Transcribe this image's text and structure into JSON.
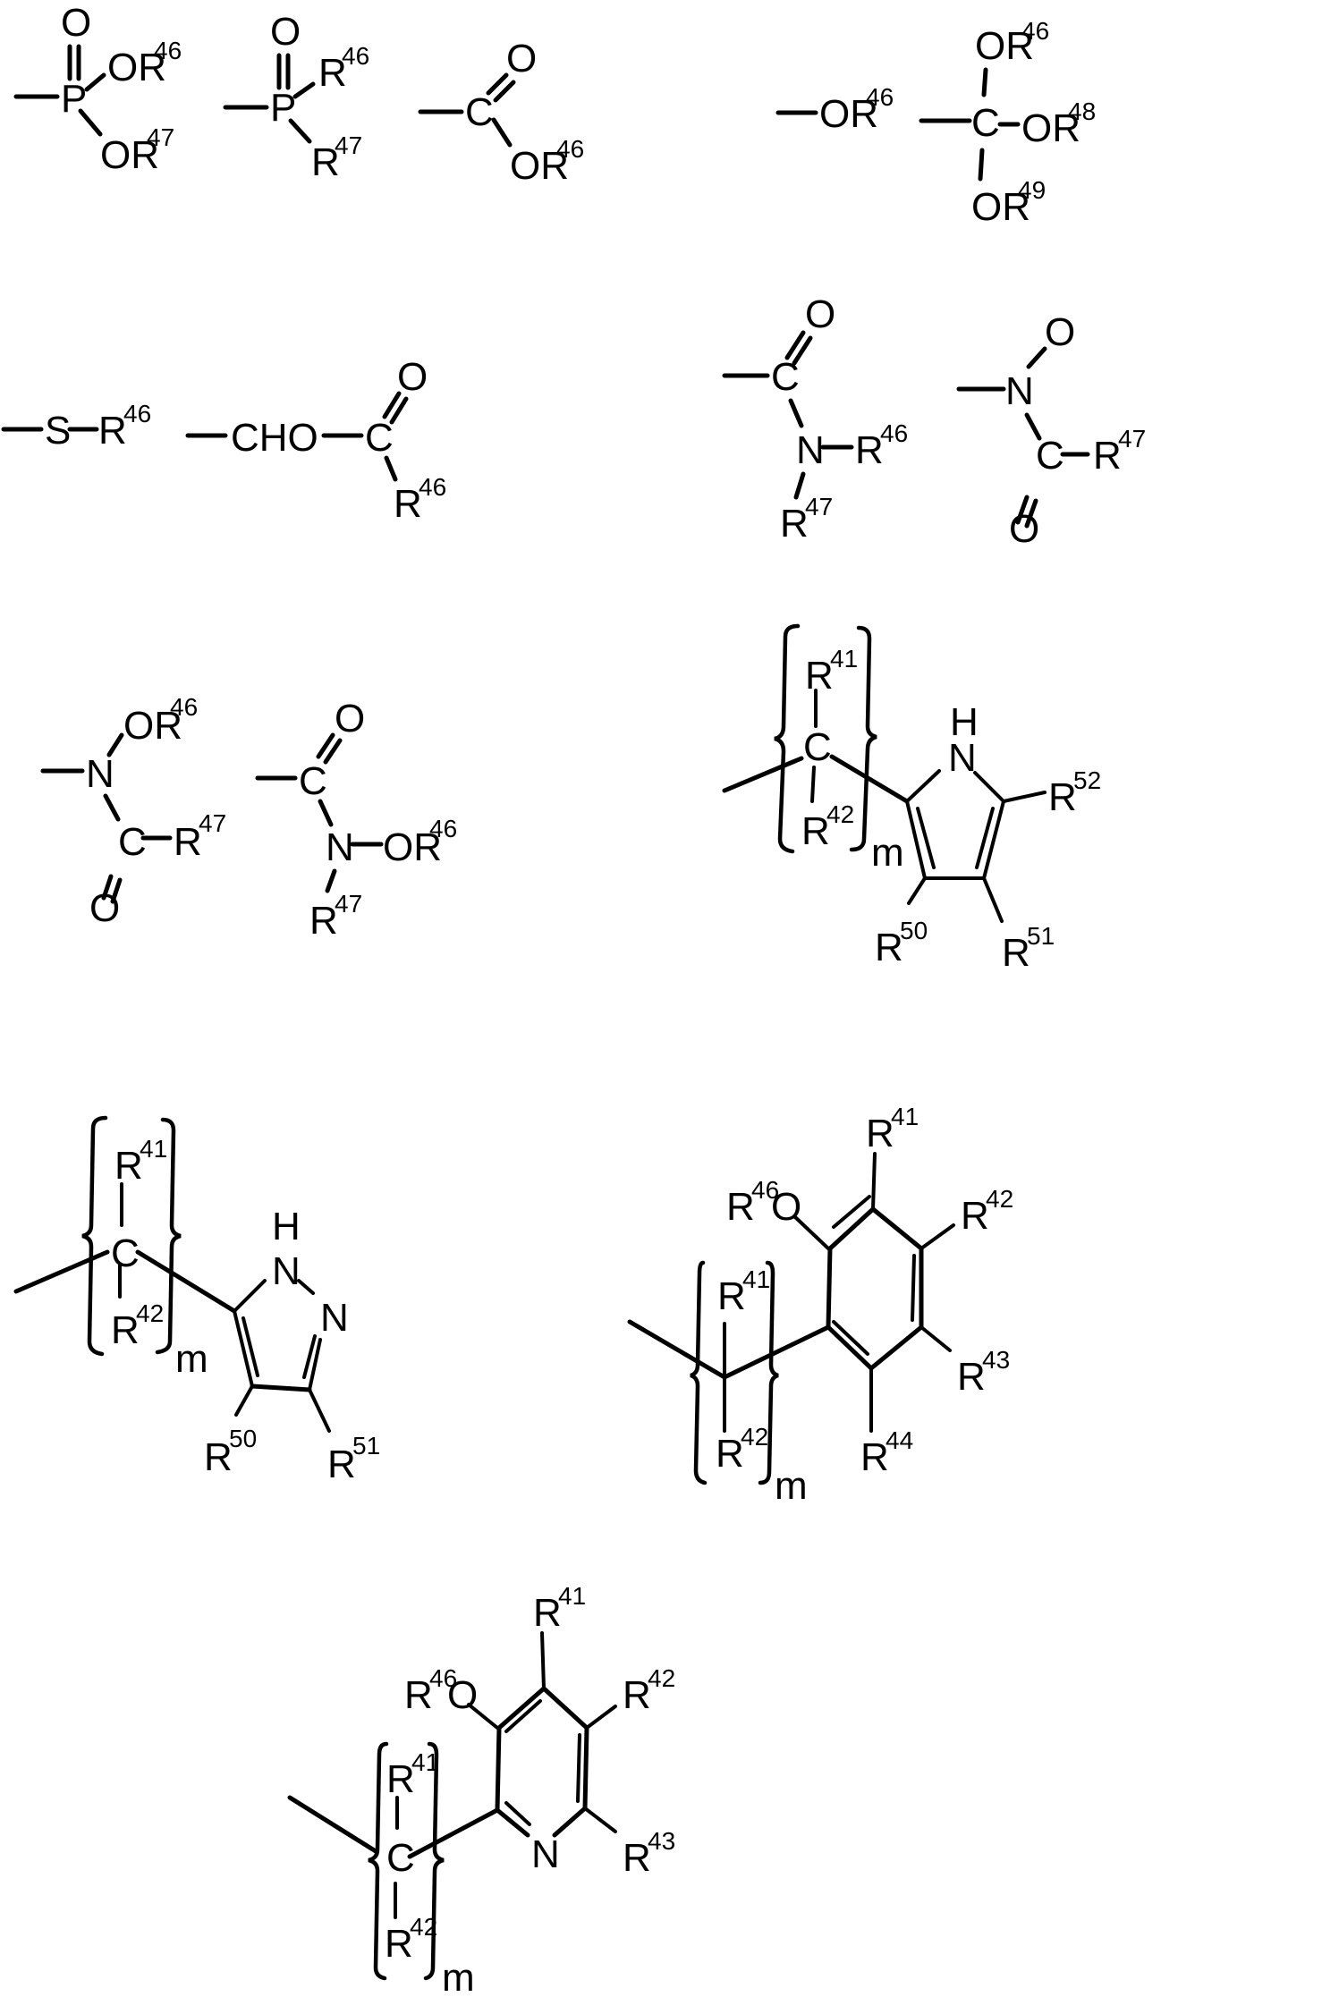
{
  "figure": {
    "description": "Substituent group structures (chemical structure drawings)",
    "background": "#ffffff",
    "ink": "#000000"
  },
  "structures": [
    {
      "id": "phosphonate",
      "labels": {
        "top": "O",
        "center": "P",
        "sub1": "OR",
        "sup1": "46",
        "sub2": "OR",
        "sup2": "47"
      }
    },
    {
      "id": "phosphinyl",
      "labels": {
        "top": "O",
        "center": "P",
        "sub1": "R",
        "sup1": "46",
        "sub2": "R",
        "sup2": "47"
      }
    },
    {
      "id": "ester",
      "labels": {
        "top": "O",
        "center": "C",
        "sub1": "OR",
        "sup1": "46"
      }
    },
    {
      "id": "ether",
      "labels": {
        "sub1": "OR",
        "sup1": "46"
      }
    },
    {
      "id": "orthoester",
      "labels": {
        "center": "C",
        "sub1": "OR",
        "sup1": "46",
        "sub2": "OR",
        "sup2": "48",
        "sub3": "OR",
        "sup3": "49"
      }
    },
    {
      "id": "thioether",
      "labels": {
        "atom": "S",
        "sub1": "R",
        "sup1": "46"
      }
    },
    {
      "id": "aldehyde",
      "labels": {
        "group": "CHO"
      }
    },
    {
      "id": "ketone",
      "labels": {
        "top": "O",
        "center": "C",
        "sub1": "R",
        "sup1": "46"
      }
    },
    {
      "id": "amide",
      "labels": {
        "top": "O",
        "center": "C",
        "n": "N",
        "sub1": "R",
        "sup1": "46",
        "sub2": "R",
        "sup2": "47"
      }
    },
    {
      "id": "n-oxide-acyl",
      "labels": {
        "top": "O",
        "n": "N",
        "center": "C",
        "bottom": "O",
        "sub1": "R",
        "sup1": "47"
      }
    },
    {
      "id": "n-alkoxy-acyl",
      "labels": {
        "n": "N",
        "sub1": "OR",
        "sup1": "46",
        "center": "C",
        "sub2": "R",
        "sup2": "47",
        "bottom": "O"
      }
    },
    {
      "id": "hydroxamate",
      "labels": {
        "top": "O",
        "center": "C",
        "n": "N",
        "sub1": "OR",
        "sup1": "46",
        "sub2": "R",
        "sup2": "47"
      }
    },
    {
      "id": "pyrrolyl-alkyl",
      "labels": {
        "r_top": "R",
        "r_top_sup": "41",
        "c": "C",
        "r_bot": "R",
        "r_bot_sup": "42",
        "m": "m",
        "h": "H",
        "n": "N",
        "r52": "R",
        "r52_sup": "52",
        "r50": "R",
        "r50_sup": "50",
        "r51": "R",
        "r51_sup": "51"
      }
    },
    {
      "id": "pyrazolyl-alkyl",
      "labels": {
        "r_top": "R",
        "r_top_sup": "41",
        "c": "C",
        "r_bot": "R",
        "r_bot_sup": "42",
        "m": "m",
        "h": "H",
        "n1": "N",
        "n2": "N",
        "r50": "R",
        "r50_sup": "50",
        "r51": "R",
        "r51_sup": "51"
      }
    },
    {
      "id": "phenol-alkyl",
      "labels": {
        "ro": "R",
        "ro_sup": "46",
        "o": "O",
        "r41": "R",
        "r41_sup": "41",
        "r42": "R",
        "r42_sup": "42",
        "r43": "R",
        "r43_sup": "43",
        "r44": "R",
        "r44_sup": "44",
        "r_top": "R",
        "r_top_sup": "41",
        "r_bot": "R",
        "r_bot_sup": "42",
        "m": "m"
      }
    },
    {
      "id": "pyridinol-alkyl",
      "labels": {
        "ro": "R",
        "ro_sup": "46",
        "o": "O",
        "r41": "R",
        "r41_sup": "41",
        "r42": "R",
        "r42_sup": "42",
        "r43": "R",
        "r43_sup": "43",
        "n": "N",
        "r_top": "R",
        "r_top_sup": "41",
        "c": "C",
        "r_bot": "R",
        "r_bot_sup": "42",
        "m": "m"
      }
    }
  ]
}
